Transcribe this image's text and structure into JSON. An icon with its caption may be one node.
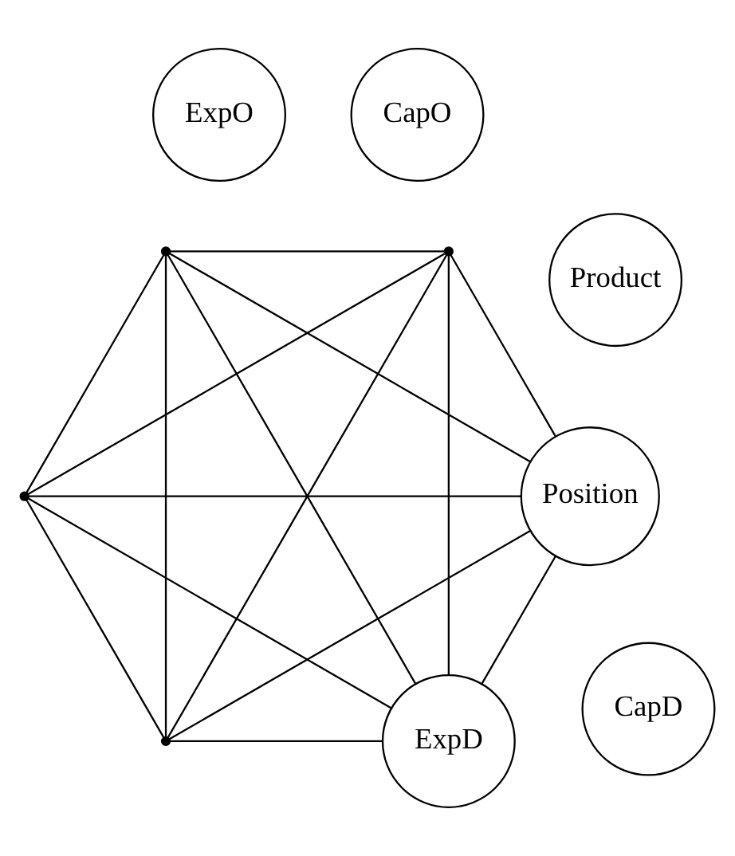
{
  "diagram": {
    "nodes": [
      {
        "text": [
          "Product"
        ]
      },
      {
        "text": [
          "CapD"
        ]
      },
      {
        "text": [
          "ExpD"
        ]
      },
      {
        "text": [
          "CapO"
        ]
      },
      {
        "text": [
          "ExpO"
        ]
      },
      {
        "text": [
          "Position"
        ]
      },
      {
        "text": [],
        "shape": "point"
      },
      {
        "text": [],
        "shape": "point"
      },
      {
        "text": [],
        "shape": "point"
      },
      {
        "text": [],
        "shape": "point"
      }
    ],
    "edges": [
      {
        "from": 6,
        "to": 7,
        "arrow": "none"
      },
      {
        "from": 6,
        "to": 2,
        "arrow": "none"
      },
      {
        "from": 6,
        "to": 8,
        "arrow": "none"
      },
      {
        "from": 6,
        "to": 9,
        "arrow": "none"
      },
      {
        "from": 6,
        "to": 5,
        "arrow": "none"
      },
      {
        "from": 7,
        "to": 2,
        "arrow": "none"
      },
      {
        "from": 7,
        "to": 8,
        "arrow": "none"
      },
      {
        "from": 7,
        "to": 9,
        "arrow": "none"
      },
      {
        "from": 7,
        "to": 5,
        "arrow": "none"
      },
      {
        "from": 2,
        "to": 8,
        "arrow": "none"
      },
      {
        "from": 2,
        "to": 9,
        "arrow": "none"
      },
      {
        "from": 2,
        "to": 5,
        "arrow": "none"
      },
      {
        "from": 8,
        "to": 9,
        "arrow": "none"
      },
      {
        "from": 8,
        "to": 5,
        "arrow": "none"
      },
      {
        "from": 9,
        "to": 5,
        "arrow": "none"
      }
    ]
  }
}
